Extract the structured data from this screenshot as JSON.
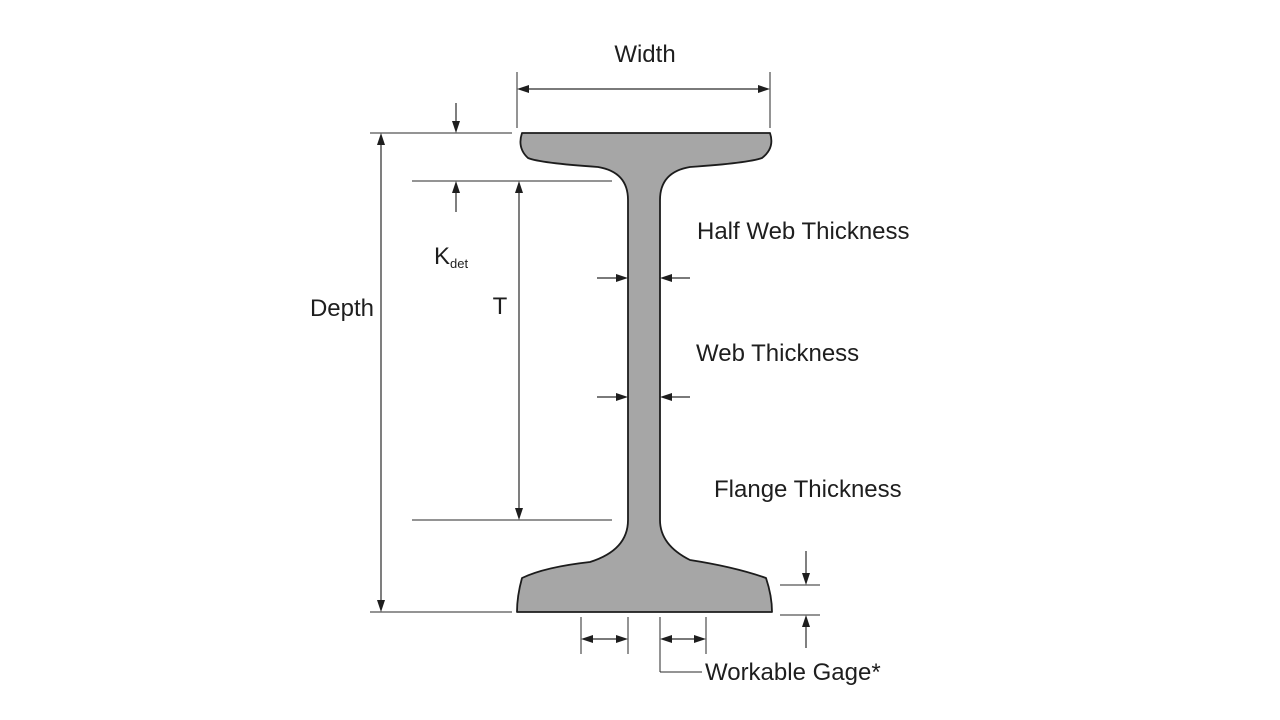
{
  "diagram": {
    "labels": {
      "width": "Width",
      "depth": "Depth",
      "k_main": "K",
      "k_sub": "det",
      "t": "T",
      "half_web_thickness": "Half Web Thickness",
      "web_thickness": "Web Thickness",
      "flange_thickness": "Flange Thickness",
      "workable_gage": "Workable Gage*"
    },
    "colors": {
      "beam_fill": "#a6a6a6",
      "beam_stroke": "#1c1c1c",
      "line": "#2a2a2a",
      "text": "#1e1e1e"
    }
  }
}
